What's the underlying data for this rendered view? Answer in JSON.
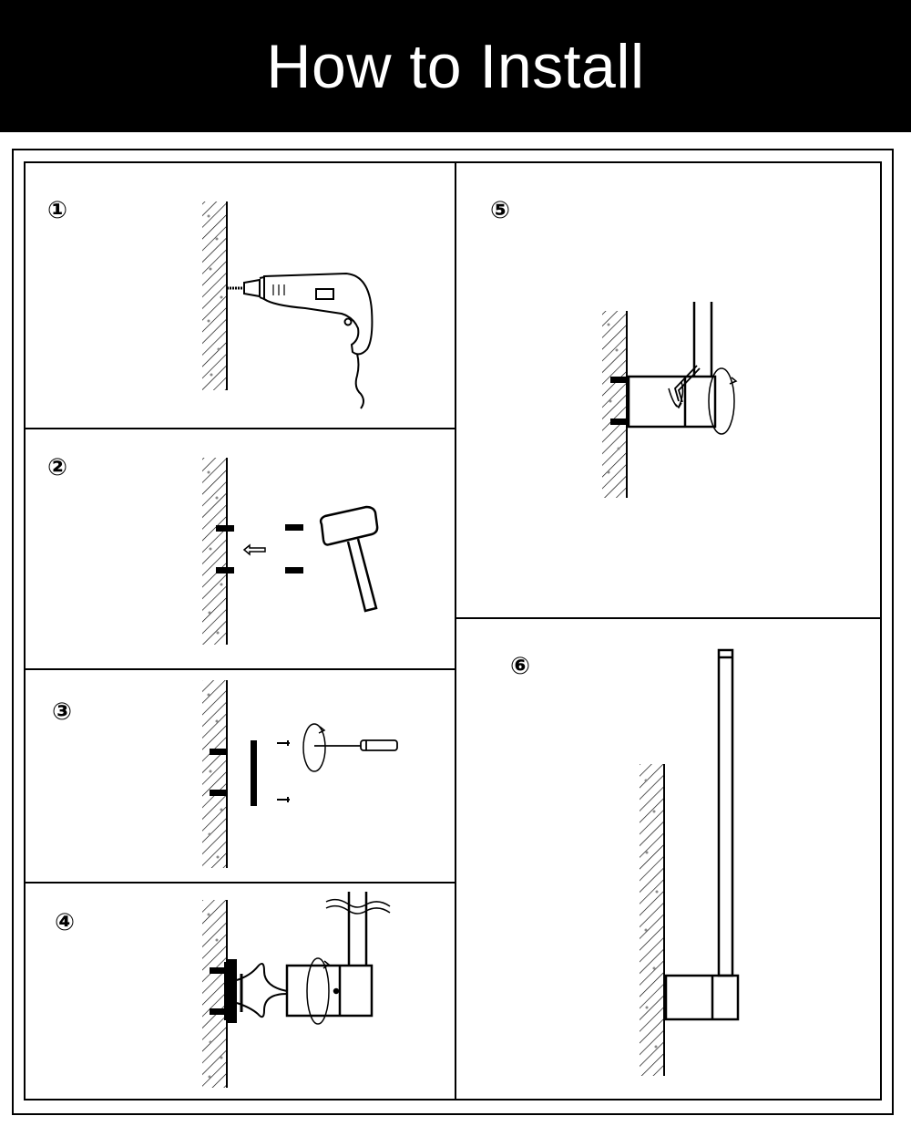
{
  "header": {
    "title": "How to Install"
  },
  "steps": [
    {
      "number": "①"
    },
    {
      "number": "②"
    },
    {
      "number": "③"
    },
    {
      "number": "④"
    },
    {
      "number": "⑤"
    },
    {
      "number": "⑥"
    }
  ],
  "colors": {
    "ink": "#000000",
    "paper": "#ffffff",
    "dot": "#888888"
  }
}
